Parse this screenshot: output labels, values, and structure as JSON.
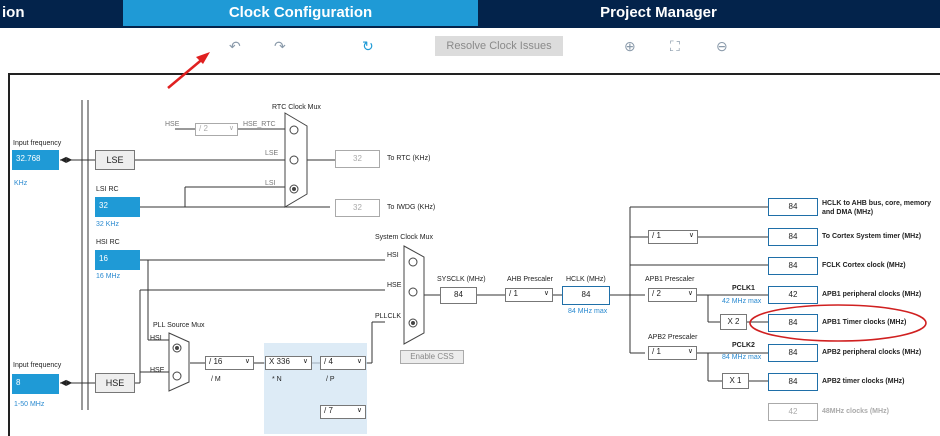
{
  "tabs": [
    {
      "label": "ion",
      "active": false
    },
    {
      "label": "Clock Configuration",
      "active": true
    },
    {
      "label": "Project Manager",
      "active": false
    },
    {
      "label": "",
      "active": false
    }
  ],
  "toolbar": {
    "resolve_label": "Resolve Clock Issues"
  },
  "inputs": {
    "lse_input_label": "Input frequency",
    "lse_input_value": "32.768",
    "lse_input_unit": "KHz",
    "hse_input_label": "Input frequency",
    "hse_input_value": "8",
    "hse_input_range": "1-50 MHz"
  },
  "sources": {
    "lse": "LSE",
    "hse": "HSE",
    "lsi_title": "LSI RC",
    "lsi_value": "32",
    "lsi_unit": "32 KHz",
    "hsi_title": "HSI RC",
    "hsi_value": "16",
    "hsi_unit": "16 MHz"
  },
  "rtc": {
    "title": "RTC Clock Mux",
    "hse_label": "HSE",
    "hse_div": "/ 2",
    "hse_rtc": "HSE_RTC",
    "lse": "LSE",
    "lsi": "LSI",
    "rtc_value": "32",
    "rtc_label": "To RTC (KHz)",
    "iwdg_value": "32",
    "iwdg_label": "To IWDG (KHz)"
  },
  "pll": {
    "title": "PLL Source Mux",
    "hsi": "HSI",
    "hse": "HSE",
    "m_div": "/ 16",
    "m_label": "/ M",
    "n_mul": "X 336",
    "n_label": "* N",
    "p_div": "/ 4",
    "p_label": "/ P",
    "q_div": "/ 7"
  },
  "sysmux": {
    "title": "System Clock Mux",
    "hsi": "HSI",
    "hse": "HSE",
    "pllclk": "PLLCLK",
    "enable_css": "Enable CSS"
  },
  "sysclk": {
    "label": "SYSCLK (MHz)",
    "value": "84"
  },
  "ahb": {
    "label": "AHB Prescaler",
    "value": "/ 1"
  },
  "hclk": {
    "label": "HCLK (MHz)",
    "value": "84",
    "max": "84 MHz max"
  },
  "apb1": {
    "label": "APB1 Prescaler",
    "value": "/ 2",
    "pclk": "PCLK1",
    "max": "42 MHz max",
    "x2": "X 2"
  },
  "apb2": {
    "label": "APB2 Prescaler",
    "value": "/ 1",
    "pclk": "PCLK2",
    "max": "84 MHz max",
    "x1": "X 1"
  },
  "cortex_div": "/ 1",
  "outputs": [
    {
      "value": "84",
      "label": "HCLK to AHB bus, core, memory and DMA (MHz)"
    },
    {
      "value": "84",
      "label": "To Cortex System timer (MHz)"
    },
    {
      "value": "84",
      "label": "FCLK Cortex clock (MHz)"
    },
    {
      "value": "42",
      "label": "APB1 peripheral clocks (MHz)"
    },
    {
      "value": "84",
      "label": "APB1 Timer clocks (MHz)"
    },
    {
      "value": "84",
      "label": "APB2 peripheral clocks (MHz)"
    },
    {
      "value": "84",
      "label": "APB2 timer clocks (MHz)"
    },
    {
      "value": "42",
      "label": "48MHz clocks (MHz)"
    }
  ],
  "annotation": {
    "arrow_color": "#e02020",
    "circle_color": "#d02020"
  }
}
